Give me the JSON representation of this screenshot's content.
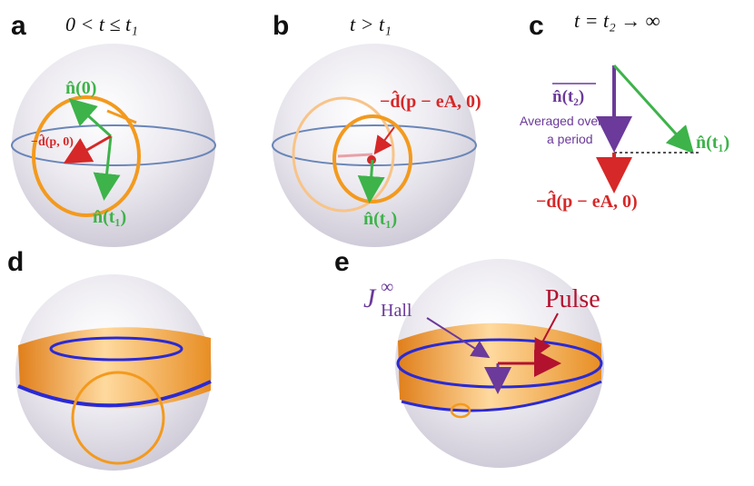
{
  "figure": {
    "panels": [
      {
        "letter": "a",
        "title": "0 < t ≤ t₁"
      },
      {
        "letter": "b",
        "title": "t > t₁"
      },
      {
        "letter": "c",
        "title": "t = t₂ → ∞"
      },
      {
        "letter": "d",
        "title": ""
      },
      {
        "letter": "e",
        "title": ""
      }
    ],
    "labels": {
      "n0": "n̂(0)",
      "nt1": "n̂(t₁)",
      "dp0": "−d̂(p, 0)",
      "dpeA": "−d̂(p − eA, 0)",
      "n_avg": "n̂(t₂)",
      "averaged_line1": "Averaged over",
      "averaged_line2": "a period",
      "j_hall": "J",
      "j_hall_sub": "Hall",
      "j_hall_sup": "∞",
      "pulse": "Pulse"
    },
    "colors": {
      "orange": "#f39a1e",
      "green": "#3db34a",
      "red": "#d62828",
      "purple": "#6b3a9a",
      "blue": "#2a2ad4",
      "equator": "#6a86b8",
      "crimson": "#b3122e"
    }
  }
}
